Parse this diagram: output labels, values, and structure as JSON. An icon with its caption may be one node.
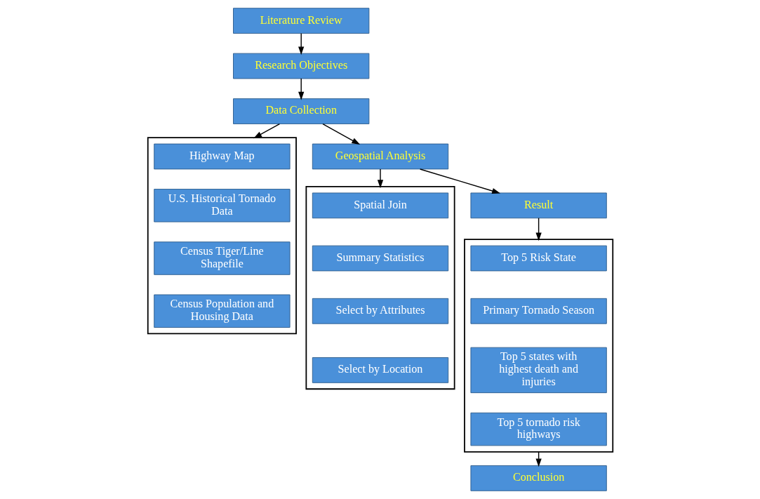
{
  "diagram": {
    "nodes": [
      {
        "text": [
          "Literature Review"
        ]
      },
      {
        "text": [
          "Research Objectives"
        ]
      },
      {
        "text": [
          "Data Collection"
        ]
      },
      {
        "text": [
          "Geospatial Analysis"
        ]
      },
      {
        "text": [
          "Result"
        ]
      },
      {
        "text": [],
        "shape": "box"
      },
      {
        "text": [
          "Highway Map"
        ],
        "in": 5
      },
      {
        "text": [
          "U.S. Historical Tornado Data"
        ],
        "in": 5
      },
      {
        "text": [
          "Census Tiger/Line Shapefile"
        ],
        "in": 5
      },
      {
        "text": [
          "Census Population and Housing Data"
        ],
        "in": 5
      },
      {
        "text": [],
        "shape": "box"
      },
      {
        "text": [
          "Spatial Join"
        ],
        "in": 10
      },
      {
        "text": [
          "Summary Statistics"
        ],
        "in": 10
      },
      {
        "text": [
          "Select by Attributes"
        ],
        "in": 10
      },
      {
        "text": [
          "Select by Location"
        ],
        "in": 10
      },
      {
        "text": [],
        "shape": "box"
      },
      {
        "text": [
          "Top 5 Risk State"
        ],
        "in": 15
      },
      {
        "text": [
          "Primary Tornado Season"
        ],
        "in": 15
      },
      {
        "text": [
          "Top 5 states with highest death and injuries"
        ],
        "in": 15
      },
      {
        "text": [
          "Top 5 tornado risk highways"
        ],
        "in": 15
      },
      {
        "text": [
          "Conclusion"
        ]
      }
    ],
    "edges": [
      {
        "from": 0,
        "to": 1,
        "arrow": "to"
      },
      {
        "from": 1,
        "to": 2,
        "arrow": "to"
      },
      {
        "from": 2,
        "to": 3,
        "arrow": "to"
      },
      {
        "from": 2,
        "to": 5,
        "arrow": "to"
      },
      {
        "from": 3,
        "to": 10,
        "arrow": "to"
      },
      {
        "from": 3,
        "to": 4,
        "arrow": "to"
      },
      {
        "from": 4,
        "to": 15,
        "arrow": "to"
      },
      {
        "from": 15,
        "to": 20,
        "arrow": "to"
      }
    ]
  }
}
